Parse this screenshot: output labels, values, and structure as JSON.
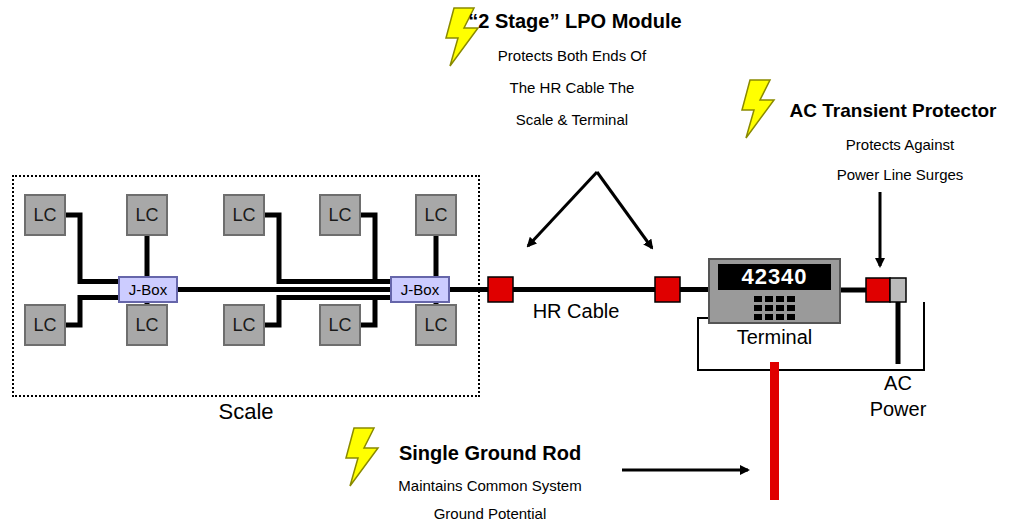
{
  "diagram": {
    "nodes": [
      {
        "text": [
          "Scale"
        ]
      },
      {
        "text": [
          "LC"
        ],
        "in": 0
      },
      {
        "text": [
          "LC"
        ],
        "in": 0
      },
      {
        "text": [
          "LC"
        ],
        "in": 0
      },
      {
        "text": [
          "LC"
        ],
        "in": 0
      },
      {
        "text": [
          "LC"
        ],
        "in": 0
      },
      {
        "text": [
          "J-Box"
        ],
        "in": 0
      },
      {
        "text": [
          "J-Box"
        ],
        "in": 0
      },
      {
        "text": [
          "LC"
        ],
        "in": 0
      },
      {
        "text": [
          "LC"
        ],
        "in": 0
      },
      {
        "text": [
          "LC"
        ],
        "in": 0
      },
      {
        "text": [
          "LC"
        ],
        "in": 0
      },
      {
        "text": [
          "LC"
        ],
        "in": 0
      },
      {
        "text": [
          "42340",
          "Terminal"
        ]
      }
    ],
    "edges": [
      {
        "from": 1,
        "to": 6,
        "arrow": "none"
      },
      {
        "from": 2,
        "to": 6,
        "arrow": "none"
      },
      {
        "from": 8,
        "to": 6,
        "arrow": "none"
      },
      {
        "from": 9,
        "to": 6,
        "arrow": "none"
      },
      {
        "from": 3,
        "to": 7,
        "arrow": "none"
      },
      {
        "from": 4,
        "to": 7,
        "arrow": "none"
      },
      {
        "from": 5,
        "to": 7,
        "arrow": "none"
      },
      {
        "from": 10,
        "to": 7,
        "arrow": "none"
      },
      {
        "from": 11,
        "to": 7,
        "arrow": "none"
      },
      {
        "from": 12,
        "to": 7,
        "arrow": "none"
      },
      {
        "from": 6,
        "to": 7,
        "arrow": "none"
      },
      {
        "from": 7,
        "to": 13,
        "label": "HR Cable",
        "arrow": "none"
      }
    ],
    "labels": [
      "“2 Stage” LPO Module",
      "Protects Both Ends Of The HR Cable The Scale & Terminal",
      "AC Transient Protector",
      "Protects Against Power Line Surges",
      "Single Ground Rod",
      "Maintains Common System Ground Potential",
      "AC Power"
    ]
  }
}
